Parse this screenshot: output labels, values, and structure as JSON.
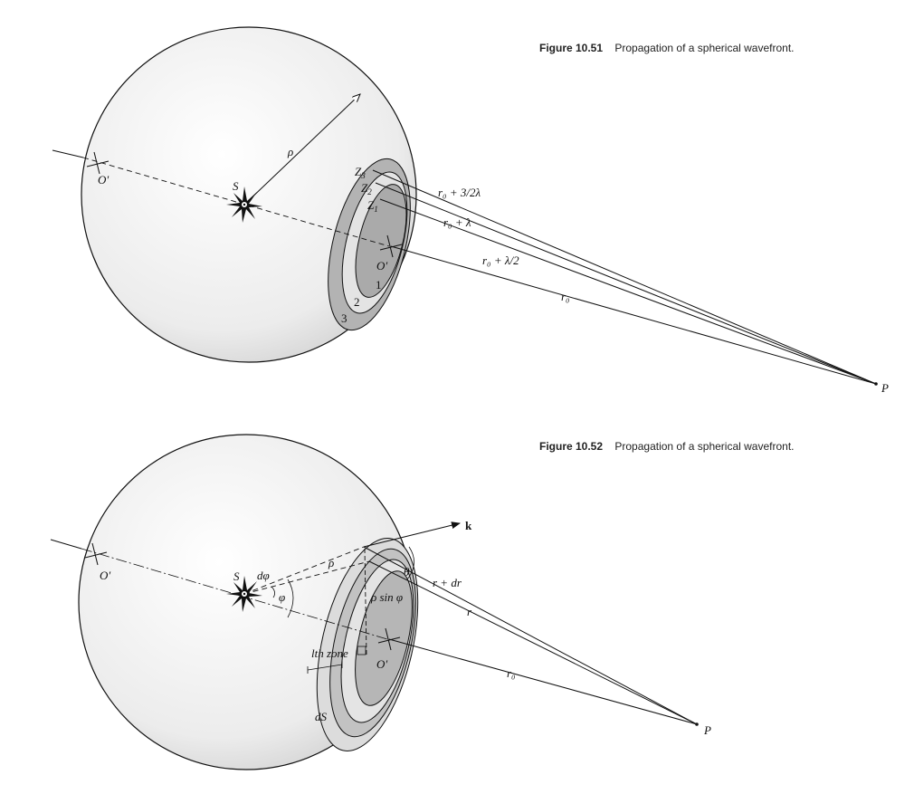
{
  "fig51": {
    "caption_num": "Figure 10.51",
    "caption_text": "Propagation of a spherical wavefront.",
    "labels": {
      "S": "S",
      "rho": "ρ",
      "O_left": "O′",
      "O_right": "O′",
      "Z3": "Z",
      "Z3_sub": "3",
      "Z2": "Z",
      "Z2_sub": "2",
      "Z1": "Z",
      "Z1_sub": "1",
      "zone1": "1",
      "zone2": "2",
      "zone3": "3",
      "r0_3half": "r₀ + 3/2λ",
      "r0_lambda": "r₀ + λ",
      "r0_half": "r₀ + λ/2",
      "r0": "r₀",
      "P": "P"
    }
  },
  "fig52": {
    "caption_num": "Figure 10.52",
    "caption_text": "Propagation of a spherical wavefront.",
    "labels": {
      "S": "S",
      "k": "k⃗",
      "dphi": "dφ",
      "phi": "φ",
      "rho": "ρ",
      "rho_sin_phi": "ρ sin φ",
      "theta": "θ",
      "r_dr": "r + dr",
      "r": "r",
      "O_left": "O′",
      "O_right": "O′",
      "lth_zone": "lth zone",
      "dS": "dS",
      "r0": "r₀",
      "P": "P"
    }
  },
  "colors": {
    "sphere_fill": "#f0f0f0",
    "zone_light": "#d6d6d6",
    "zone_mid": "#bcbcbc",
    "zone_dark": "#a8a8a8",
    "ink": "#111111"
  }
}
